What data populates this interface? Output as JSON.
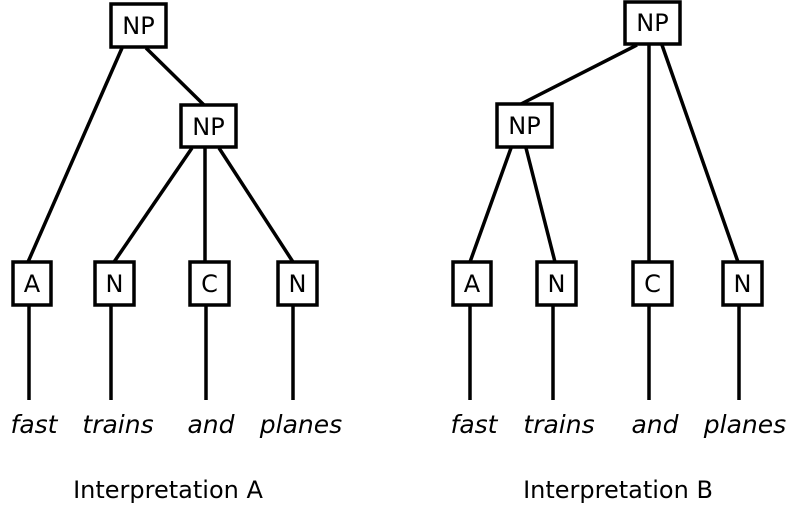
{
  "trees": [
    {
      "caption": "Interpretation A",
      "nodes": {
        "root": "NP",
        "sub": "NP",
        "l0": "A",
        "l1": "N",
        "l2": "C",
        "l3": "N"
      },
      "words": [
        "fast",
        "trains",
        "and",
        "planes"
      ]
    },
    {
      "caption": "Interpretation B",
      "nodes": {
        "root": "NP",
        "sub": "NP",
        "l0": "A",
        "l1": "N",
        "l2": "C",
        "l3": "N"
      },
      "words": [
        "fast",
        "trains",
        "and",
        "planes"
      ]
    }
  ]
}
